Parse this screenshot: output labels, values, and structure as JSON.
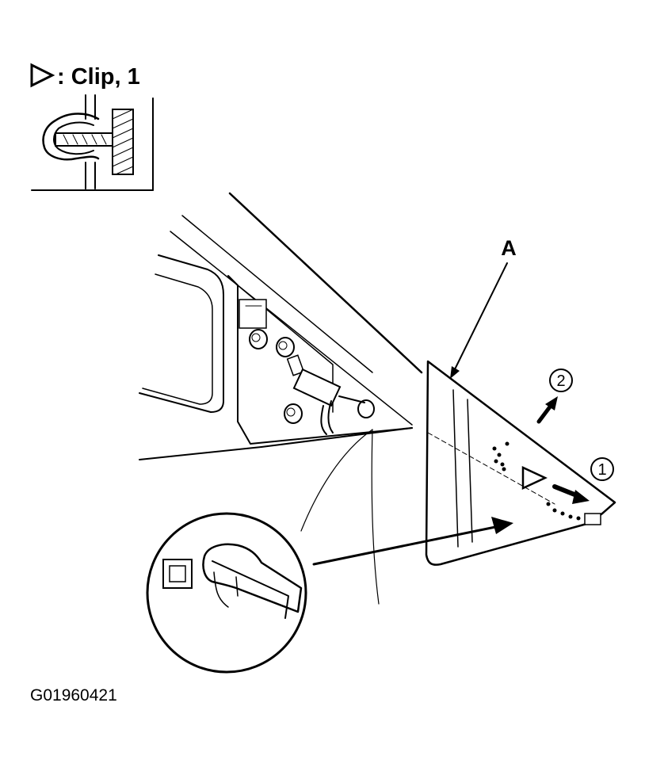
{
  "legend": {
    "symbol_icon": "triangle-outline-icon",
    "title": ": Clip, 1"
  },
  "callouts": {
    "part_label": "A",
    "step_1": "1",
    "step_2": "2"
  },
  "figure_id": "G01960421"
}
